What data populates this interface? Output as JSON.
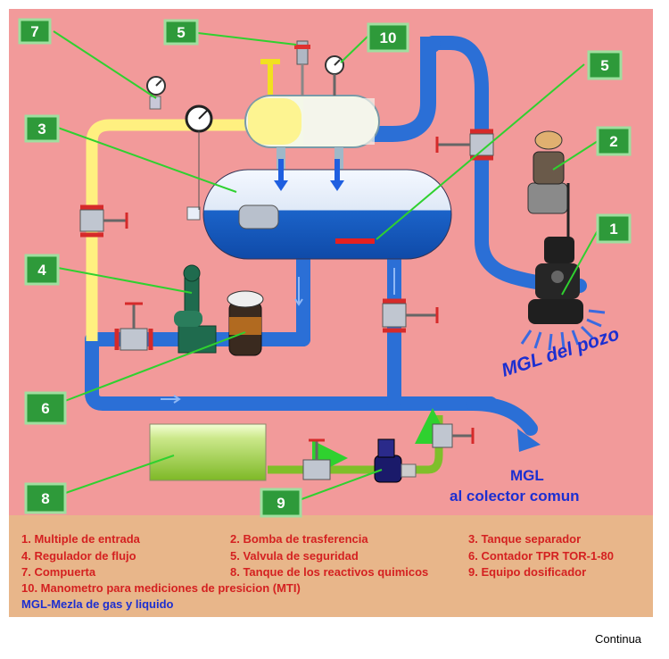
{
  "callouts": [
    "7",
    "5",
    "10",
    "5",
    "3",
    "2",
    "1",
    "4",
    "6",
    "8",
    "9"
  ],
  "labels": {
    "mgl_pozo": "MGL del pozo",
    "mgl_colector_line1": "MGL",
    "mgl_colector_line2": "al colector comun"
  },
  "legend": {
    "item1": "1. Multiple de entrada",
    "item2": "2. Bomba de trasferencia",
    "item3": "3. Tanque separador",
    "item4": "4. Regulador de flujo",
    "item5": "5. Valvula de seguridad",
    "item6": "6. Contador TPR TOR-1-80",
    "item7": "7. Compuerta",
    "item8": "8. Tanque de los reactivos quimicos",
    "item9": "9. Equipo dosificador",
    "item10": "10. Manometro para mediciones de presicion (MTI)",
    "mgl_def": "MGL-Mezla de gas y liquido"
  },
  "footer": {
    "continue_link": "Continua"
  },
  "colors": {
    "background": "#f29a9a",
    "legend_panel": "#e8b68a",
    "pipe_blue": "#2b6fd6",
    "pipe_yellow": "#fff080",
    "callout_fill": "#2e9a3a",
    "callout_text": "#ffffff",
    "legend_text": "#d42121",
    "mgl_text": "#1c2fd1"
  }
}
